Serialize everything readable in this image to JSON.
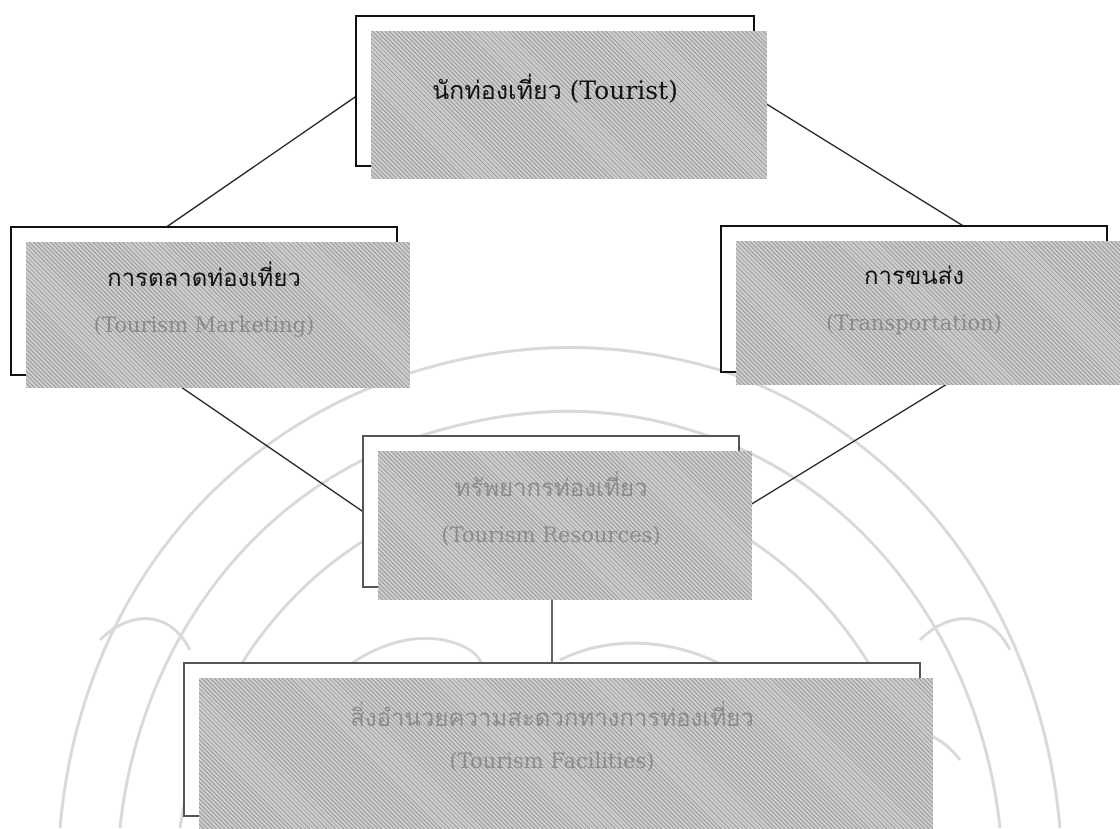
{
  "diagram": {
    "nodes": {
      "tourist": {
        "label": "นักท่องเที่ยว (Tourist)"
      },
      "marketing": {
        "label_th": "การตลาดท่องเที่ยว",
        "label_en": "(Tourism Marketing)"
      },
      "transport": {
        "label_th": "การขนส่ง",
        "label_en": "(Transportation)"
      },
      "resources": {
        "label_th": "ทรัพยากรท่องเที่ยว",
        "label_en": "(Tourism Resources)"
      },
      "facilities": {
        "label_th": "สิ่งอำนวยความสะดวกทางการท่องเที่ยว",
        "label_en": "(Tourism Facilities)"
      }
    },
    "edges": [
      {
        "from": "tourist",
        "to": "marketing"
      },
      {
        "from": "tourist",
        "to": "transport"
      },
      {
        "from": "marketing",
        "to": "resources"
      },
      {
        "from": "transport",
        "to": "resources"
      },
      {
        "from": "resources",
        "to": "facilities"
      }
    ],
    "colors": {
      "border": "#111111",
      "faded_text": "#8c8c8c",
      "shadow": "#bdbdbd",
      "watermark": "#d9d9d9"
    }
  }
}
